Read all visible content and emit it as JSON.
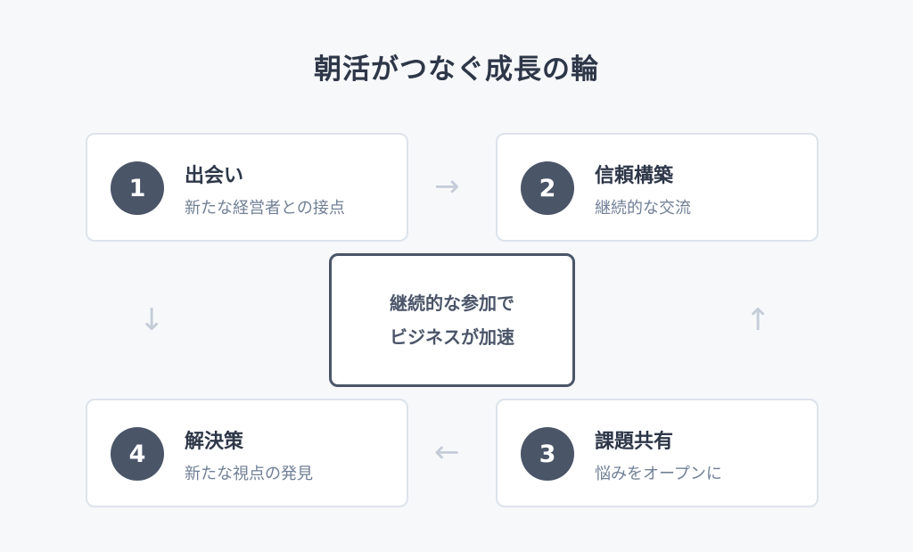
{
  "title": "朝活がつなぐ成長の輪",
  "steps": [
    {
      "number": "1",
      "title": "出会い",
      "desc": "新たな経営者との接点"
    },
    {
      "number": "2",
      "title": "信頼構築",
      "desc": "継続的な交流"
    },
    {
      "number": "3",
      "title": "課題共有",
      "desc": "悩みをオープンに"
    },
    {
      "number": "4",
      "title": "解決策",
      "desc": "新たな視点の発見"
    }
  ],
  "center": {
    "line1": "継続的な参加で",
    "line2": "ビジネスが加速"
  },
  "arrows": {
    "right": "→",
    "down": "↓",
    "left": "←",
    "up": "↑"
  },
  "colors": {
    "badge": "#4a5568",
    "title": "#2d3748",
    "desc": "#718096",
    "arrow": "#c4ccd8",
    "card_border": "#dde3eb"
  }
}
